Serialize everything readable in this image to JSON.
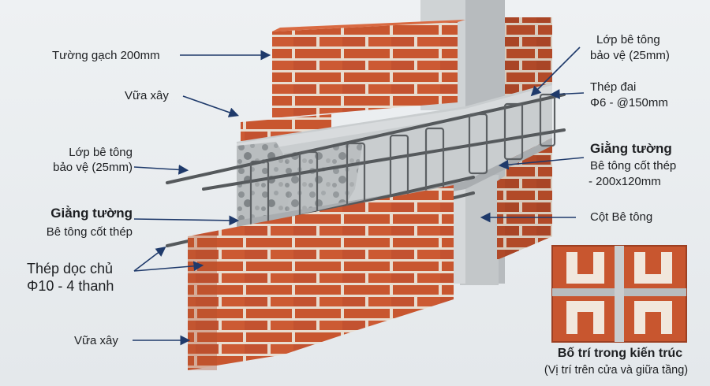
{
  "labels": {
    "tuong_gach": "Tường gạch 200mm",
    "vua_xay_top": "Vữa xây",
    "lop_bt_left_1": "Lớp bê tông",
    "lop_bt_left_2": "bảo vệ (25mm)",
    "giang_left_title": "Giằng tường",
    "giang_left_sub": "Bê tông cốt thép",
    "thep_doc_1": "Thép dọc chủ",
    "thep_doc_2": "Φ10 - 4 thanh",
    "vua_xay_bottom": "Vữa xây",
    "lop_bt_right_1": "Lớp bê tông",
    "lop_bt_right_2": "bảo vệ (25mm)",
    "thep_dai_1": "Thép đai",
    "thep_dai_2": "Φ6 - @150mm",
    "giang_right_title": "Giằng tường",
    "giang_right_sub_1": "Bê tông cốt thép",
    "giang_right_sub_2": "- 200x120mm",
    "cot_be_tong": "Cột Bê tông",
    "inset_title": "Bố trí trong kiến trúc",
    "inset_subtitle": "(Vị trí trên cửa và giữa tầng)"
  },
  "colors": {
    "brick": "#c8562f",
    "brick_dark": "#9c3f22",
    "mortar": "#e8dccf",
    "concrete": "#c9cdcf",
    "steel": "#55595c",
    "arrow": "#1f3a6b"
  }
}
